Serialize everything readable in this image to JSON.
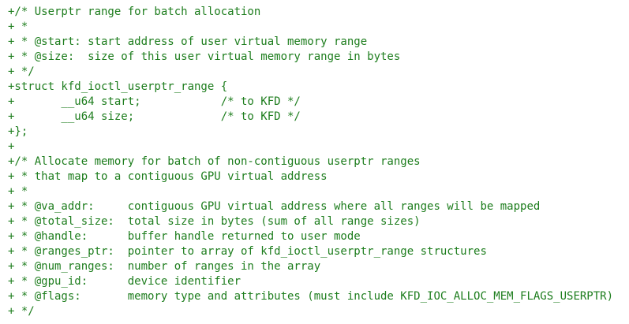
{
  "diff": {
    "kind": "patch-added-lines",
    "text_color": "#1d7d1d",
    "background_color": "#ffffff",
    "lines": [
      "+/* Userptr range for batch allocation",
      "+ *",
      "+ * @start: start address of user virtual memory range",
      "+ * @size:  size of this user virtual memory range in bytes",
      "+ */",
      "+struct kfd_ioctl_userptr_range {",
      "+       __u64 start;            /* to KFD */",
      "+       __u64 size;             /* to KFD */",
      "+};",
      "+",
      "+/* Allocate memory for batch of non-contiguous userptr ranges",
      "+ * that map to a contiguous GPU virtual address",
      "+ *",
      "+ * @va_addr:     contiguous GPU virtual address where all ranges will be mapped",
      "+ * @total_size:  total size in bytes (sum of all range sizes)",
      "+ * @handle:      buffer handle returned to user mode",
      "+ * @ranges_ptr:  pointer to array of kfd_ioctl_userptr_range structures",
      "+ * @num_ranges:  number of ranges in the array",
      "+ * @gpu_id:      device identifier",
      "+ * @flags:       memory type and attributes (must include KFD_IOC_ALLOC_MEM_FLAGS_USERPTR)",
      "+ */"
    ]
  }
}
